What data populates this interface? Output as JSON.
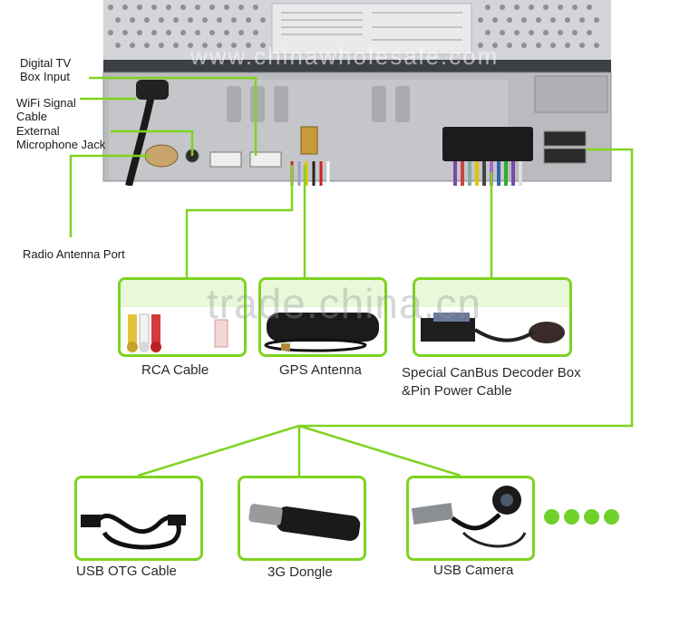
{
  "labels": {
    "digital_tv": [
      "Digital TV",
      "Box Input"
    ],
    "wifi": [
      "WiFi Signal",
      "Cable"
    ],
    "microphone": [
      "External",
      "Microphone Jack"
    ],
    "radio": "Radio Antenna Port"
  },
  "captions": {
    "rca": "RCA Cable",
    "gps": "GPS Antenna",
    "canbus": [
      "Special CanBus Decoder Box",
      "&Pin Power Cable"
    ],
    "usb_otg": "USB OTG Cable",
    "dongle": "3G Dongle",
    "camera": "USB Camera"
  },
  "watermarks": {
    "center": "trade.china.cn",
    "top": "www.chinawholesale.com"
  },
  "colors": {
    "accent_green": "#7ed321",
    "line_green": "#7ed321",
    "panel_grey": "#c9cacc"
  }
}
